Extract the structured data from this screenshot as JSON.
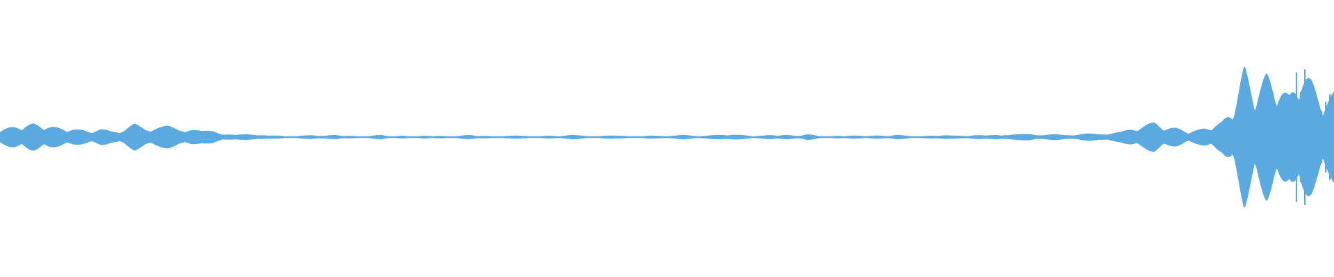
{
  "waveform": {
    "color": "#5aa9e0",
    "background": "#ffffff",
    "amplitude_envelope": [
      0.12,
      0.13,
      0.16,
      0.18,
      0.16,
      0.13,
      0.12,
      0.1,
      0.09,
      0.11,
      0.08,
      0.1,
      0.18,
      0.12,
      0.14,
      0.15,
      0.11,
      0.12,
      0.08,
      0.09,
      0.05,
      0.03,
      0.04,
      0.04,
      0.02,
      0.02,
      0.01,
      0.02,
      0.03,
      0.02,
      0.03,
      0.02,
      0.01,
      0.02,
      0.03,
      0.01,
      0.02,
      0.01,
      0.02,
      0.02,
      0.01,
      0.02,
      0.03,
      0.02,
      0.01,
      0.02,
      0.02,
      0.02,
      0.01,
      0.02,
      0.02,
      0.03,
      0.02,
      0.01,
      0.02,
      0.02,
      0.02,
      0.01,
      0.02,
      0.02,
      0.02,
      0.03,
      0.02,
      0.02,
      0.03,
      0.04,
      0.03,
      0.02,
      0.02,
      0.03,
      0.03,
      0.02,
      0.04,
      0.02,
      0.01,
      0.02,
      0.02,
      0.02,
      0.02,
      0.02,
      0.03,
      0.02,
      0.01,
      0.02,
      0.03,
      0.02,
      0.02,
      0.03,
      0.02,
      0.04,
      0.03,
      0.04,
      0.05,
      0.03,
      0.04,
      0.03,
      0.04,
      0.05,
      0.04,
      0.06,
      0.07,
      0.12,
      0.16,
      0.2,
      0.14,
      0.12,
      0.08,
      0.1,
      0.15,
      0.2,
      0.4,
      0.95,
      0.6,
      0.85,
      0.7,
      0.55,
      0.9,
      0.75,
      0.5,
      0.6
    ]
  }
}
